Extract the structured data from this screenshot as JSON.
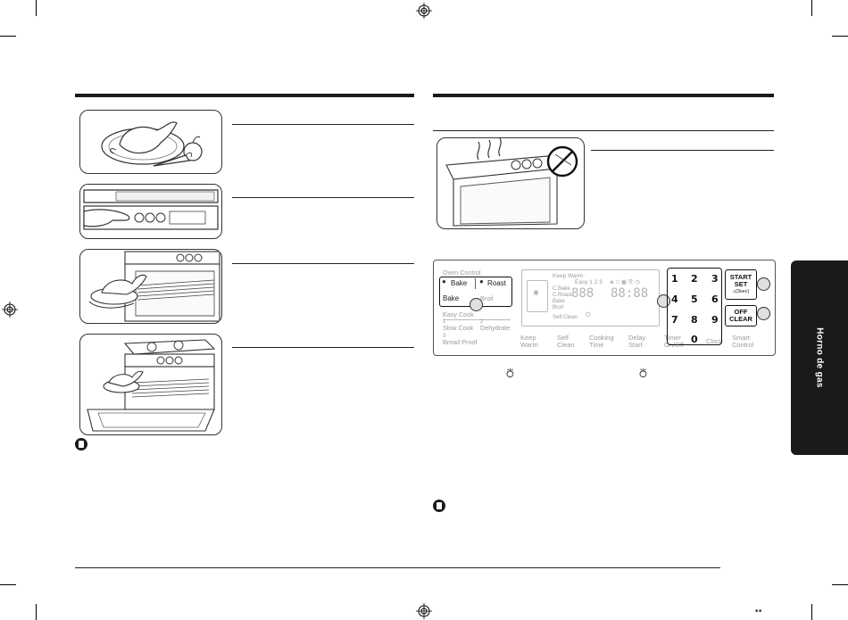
{
  "panel": {
    "oven_control": "Oven Control",
    "bake_sel": "Bake",
    "roast_sel": "Roast",
    "bake": "Bake",
    "broil": "Broil",
    "easy_cook": "Easy Cook",
    "one": "1",
    "slow_cook": "Slow Cook",
    "two": "2",
    "dehydrate": "Dehydrate",
    "three": "3",
    "bread_proof": "Bread Proof",
    "keep_warm_top": "Keep Warm",
    "easy_123": "Easy 1 2 3",
    "c_bake": "C.Bake",
    "c_roast": "C.Roast",
    "bake_disp": "Bake",
    "broil_disp": "Broil",
    "self_clean_disp": "Self Clean",
    "digits_left": "888",
    "digits_right": "88:88",
    "keep_warm_1": "Keep",
    "keep_warm_2": "Warm",
    "self_clean_1": "Self",
    "self_clean_2": "Clean",
    "cooking_time_1": "Cooking",
    "cooking_time_2": "Time",
    "delay_start_1": "Delay",
    "delay_start_2": "Start",
    "timer_1": "Timer",
    "timer_2": "On/Off",
    "clock": "Clock",
    "smart_control_1": "Smart",
    "smart_control_2": "Control",
    "keys": [
      "1",
      "2",
      "3",
      "4",
      "5",
      "6",
      "7",
      "8",
      "9",
      "0"
    ],
    "start_1": "START",
    "start_2": "SET",
    "start_3": "(3sec)",
    "off_1": "OFF",
    "off_2": "CLEAR"
  },
  "side_tab": "Horno de gas",
  "page_marker": "■■"
}
